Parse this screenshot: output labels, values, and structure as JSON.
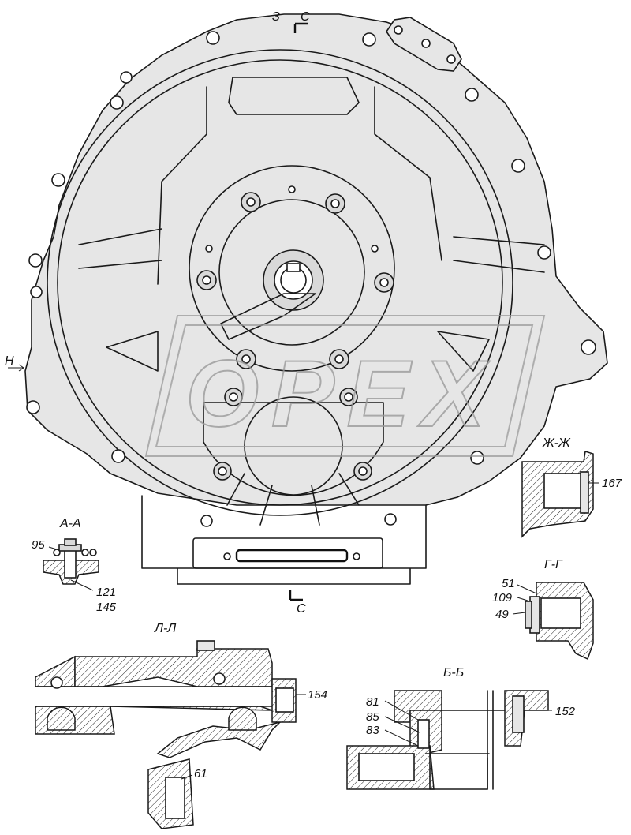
{
  "labels": {
    "top_view": "З",
    "section_c_top": "С",
    "section_c_bottom": "С",
    "arrow_n": "Н",
    "sec_aa": "А-А",
    "sec_zh": "Ж-Ж",
    "sec_g": "Г-Г",
    "sec_l": "Л-Л",
    "sec_b": "Б-Б"
  },
  "callouts": {
    "c95": "95",
    "c121": "121",
    "c145": "145",
    "c167": "167",
    "c51": "51",
    "c109": "109",
    "c49": "49",
    "c154": "154",
    "c61": "61",
    "c81": "81",
    "c85": "85",
    "c83": "83",
    "c152": "152"
  },
  "watermark": {
    "brand": "OPEX"
  }
}
